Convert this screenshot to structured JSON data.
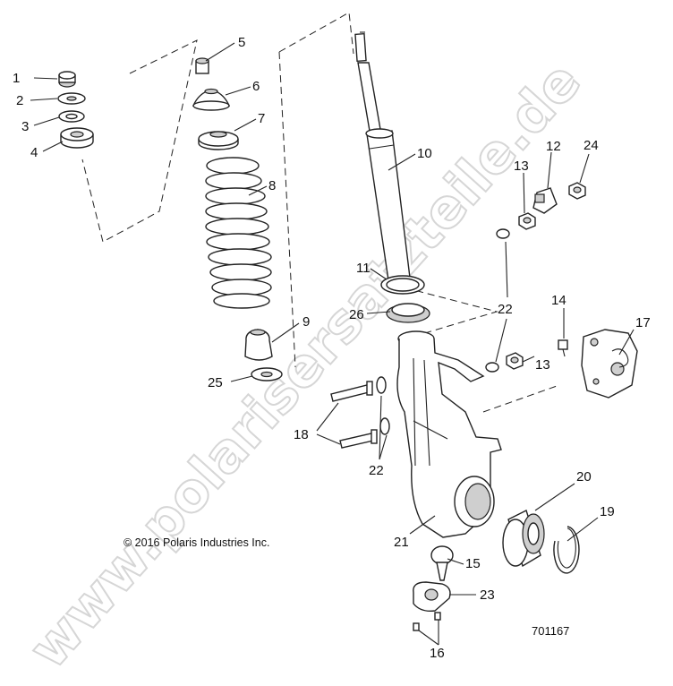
{
  "diagram": {
    "callouts": [
      "1",
      "2",
      "3",
      "4",
      "5",
      "6",
      "7",
      "8",
      "9",
      "10",
      "11",
      "12",
      "13",
      "13",
      "14",
      "15",
      "16",
      "17",
      "18",
      "19",
      "20",
      "21",
      "22",
      "22",
      "23",
      "24",
      "25",
      "26"
    ],
    "copyright": "© 2016 Polaris Industries Inc.",
    "drawing_number": "701167",
    "watermark": "www.polarisersatzteile.de"
  },
  "colors": {
    "line": "#222222",
    "shade": "#cfcfcf",
    "watermark_outline": "#d2d2d2"
  }
}
